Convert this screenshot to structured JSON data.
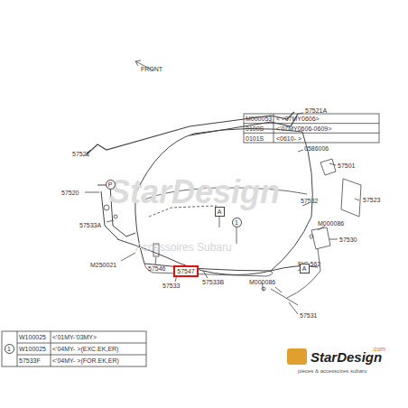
{
  "diagram": {
    "nodes": [
      {
        "text": [
          "P"
        ]
      },
      {
        "text": [
          "A"
        ]
      },
      {
        "text": [
          "1"
        ]
      },
      {
        "text": [
          "A"
        ]
      },
      {
        "text": [
          "57547"
        ]
      },
      {
        "text": [
          "1"
        ]
      }
    ],
    "labels": [
      "FRONT",
      "57521A",
      "57521",
      "M000053",
      "<  -'07MY0606>",
      "0100S",
      "<'07MY0606-0609>",
      "0101S",
      "<0610-  >",
      "0586006",
      "57501",
      "57523",
      "57532",
      "M000086",
      "57530",
      "57520",
      "57533A",
      "M250021",
      "57546",
      "57533",
      "57533B",
      "M000086",
      "FIG.562",
      "57531",
      "W100025",
      "<'01MY-'03MY>",
      "W100025",
      "<'04MY-  >(EXC.EK,ER)",
      "57533F",
      "<'04MY-  >(FOR.EK,ER)",
      "StarDesign",
      "Accessoires Subaru",
      "StarDesign",
      ".com",
      "pièces & accessoires subaru"
    ]
  }
}
